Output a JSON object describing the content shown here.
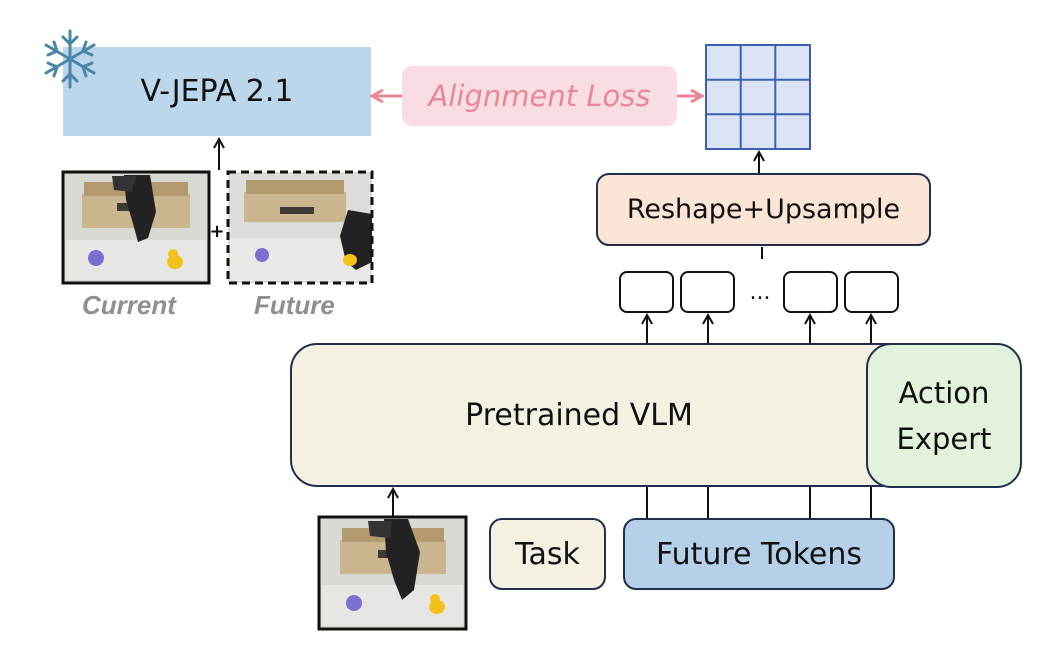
{
  "encoder": {
    "label": "V-JEPA 2.1",
    "frozen_icon": "snowflake-icon"
  },
  "alignment_loss": {
    "label": "Alignment Loss"
  },
  "reshape": {
    "label": "Reshape+Upsample"
  },
  "vlm": {
    "label": "Pretrained VLM"
  },
  "action_expert": {
    "line1": "Action",
    "line2": "Expert"
  },
  "inputs": {
    "task": "Task",
    "future_tokens": "Future Tokens"
  },
  "photos": {
    "current": "Current",
    "future": "Future"
  },
  "plus_sign": "+",
  "ellipsis": "...",
  "colors": {
    "encoder_fill": "#bcd6ec",
    "loss_fill": "#f8dde2",
    "loss_text": "#e8879a",
    "grid_fill": "#dbe4f5",
    "grid_stroke": "#3a5fb3",
    "reshape_fill": "#fbe5d6",
    "vlm_fill": "#f4f0e2",
    "expert_fill": "#e3f2dc",
    "tokens_fill": "#b7d0ea",
    "box_stroke": "#1f2f4d"
  }
}
